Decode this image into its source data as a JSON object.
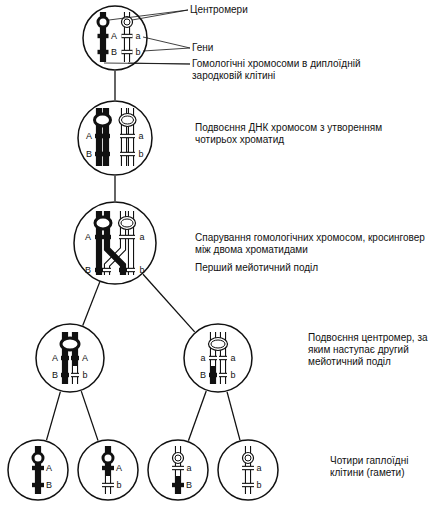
{
  "diagram": {
    "nodes": [
      {
        "text": [
          "A",
          "B",
          "a",
          "b"
        ]
      },
      {
        "text": [
          "A",
          "B",
          "a",
          "b"
        ]
      },
      {
        "text": [
          "A",
          "B",
          "a",
          "b"
        ]
      },
      {
        "text": [
          "A",
          "A",
          "B",
          "b"
        ]
      },
      {
        "text": [
          "a",
          "a",
          "B",
          "b"
        ]
      },
      {
        "text": [
          "A",
          "B"
        ]
      },
      {
        "text": [
          "A",
          "b"
        ]
      },
      {
        "text": [
          "a",
          "B"
        ]
      },
      {
        "text": [
          "a",
          "b"
        ]
      }
    ],
    "edges": [
      {
        "from": 0,
        "to": 1,
        "arrow": "none"
      },
      {
        "from": 1,
        "to": 2,
        "arrow": "none"
      },
      {
        "from": 2,
        "to": 3,
        "arrow": "none"
      },
      {
        "from": 2,
        "to": 4,
        "arrow": "none"
      },
      {
        "from": 3,
        "to": 5,
        "arrow": "none"
      },
      {
        "from": 3,
        "to": 6,
        "arrow": "none"
      },
      {
        "from": 4,
        "to": 7,
        "arrow": "none"
      },
      {
        "from": 4,
        "to": 8,
        "arrow": "none"
      }
    ],
    "labels": [
      "Центромери",
      "Гени",
      "Гомологічні хромосоми в диплоїдній зародковій клітині",
      "Подвоєння ДНК хромосом з утворенням чотирьох хроматид",
      "Спарування гомологічних хромосом, кросинговер між двома хроматидами",
      "Перший мейотичний поділ",
      "Подвоєння центромер, за яким наступає другий мейотичний поділ",
      "Чотири гаплоїдні клітини (гамети)"
    ]
  }
}
